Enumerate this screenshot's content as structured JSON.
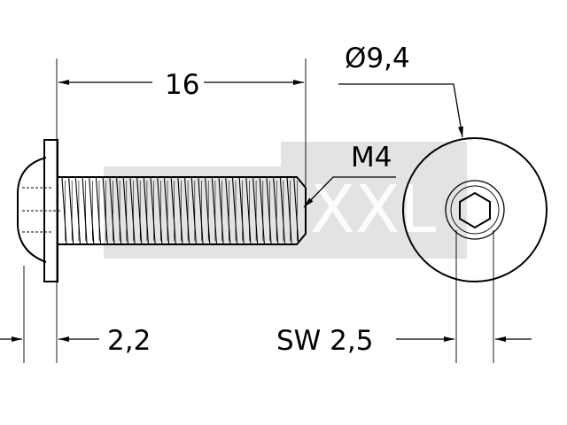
{
  "dimensions": {
    "length": "16",
    "head_diameter": "Ø9,4",
    "thread": "M4",
    "head_height": "2,2",
    "wrench_size": "SW 2,5"
  },
  "watermark": {
    "text": "XXL"
  }
}
